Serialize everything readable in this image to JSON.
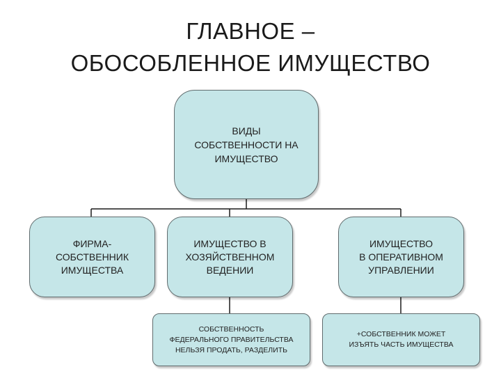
{
  "title": {
    "line1": "ГЛАВНОЕ –",
    "line2": "ОБОСОБЛЕННОЕ ИМУЩЕСТВО"
  },
  "diagram": {
    "root": {
      "label": "ВИДЫ\nСОБСТВЕННОСТИ НА\nИМУЩЕСТВО"
    },
    "children": [
      {
        "label": "ФИРМА-\nСОБСТВЕННИК\nИМУЩЕСТВА"
      },
      {
        "label": "ИМУЩЕСТВО В\nХОЗЯЙСТВЕННОМ\nВЕДЕНИИ"
      },
      {
        "label": "ИМУЩЕСТВО\nВ ОПЕРАТИВНОМ\nУПРАВЛЕНИИ"
      }
    ],
    "notes": [
      {
        "label": "СОБСТВЕННОСТЬ\nФЕДЕРАЛЬНОГО ПРАВИТЕЛЬСТВА\nНЕЛЬЗЯ ПРОДАТЬ, РАЗДЕЛИТЬ"
      },
      {
        "label": "+СОБСТВЕННИК МОЖЕТ\nИЗЪЯТЬ ЧАСТЬ ИМУЩЕСТВА"
      }
    ],
    "colors": {
      "box_fill": "#c5e6e8",
      "box_border": "#606b6d",
      "connector": "#1a1a1a"
    }
  }
}
